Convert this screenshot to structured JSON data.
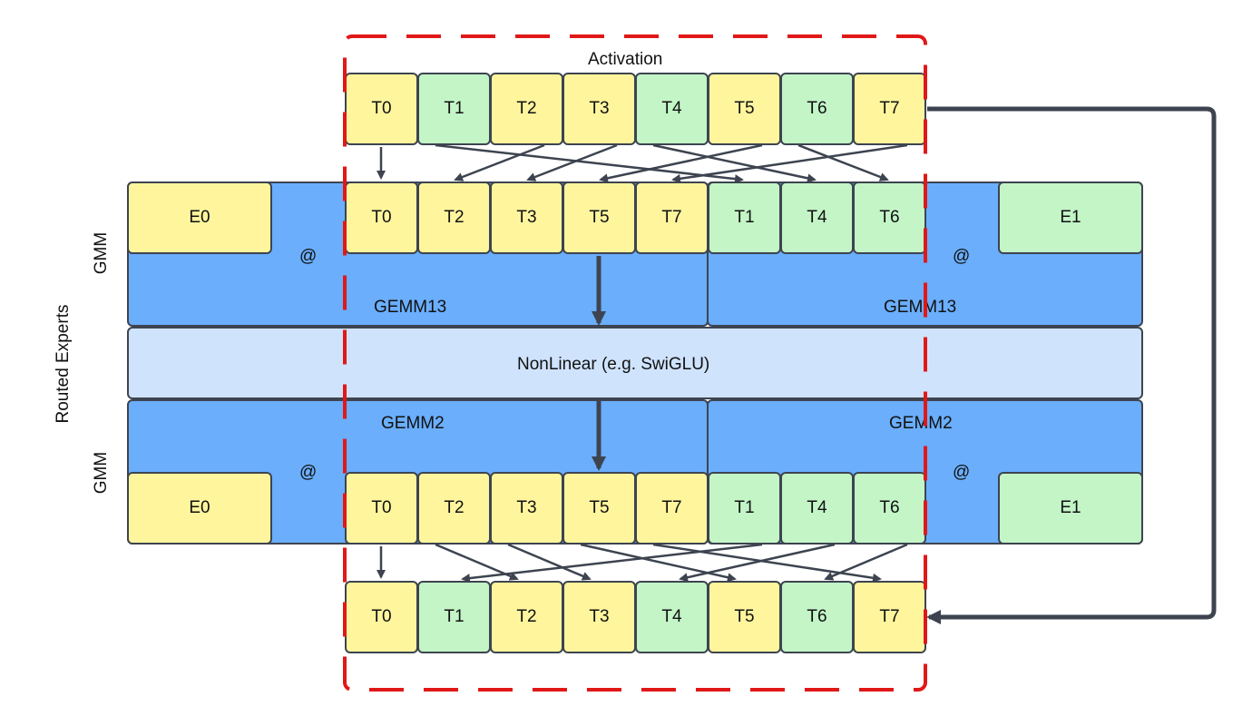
{
  "title": "Activation",
  "side_labels": {
    "outer": "Routed Experts",
    "gmm_top": "GMM",
    "gmm_bottom": "GMM"
  },
  "colors": {
    "expert0": "#fff59d",
    "expert1": "#c3f5c7",
    "gemm": "#6aaefc",
    "nonlinear": "#cfe3fd",
    "boundary": "#e01818",
    "arrow": "#3d4450"
  },
  "activation_top": [
    {
      "label": "T0",
      "expert": 0
    },
    {
      "label": "T1",
      "expert": 1
    },
    {
      "label": "T2",
      "expert": 0
    },
    {
      "label": "T3",
      "expert": 0
    },
    {
      "label": "T4",
      "expert": 1
    },
    {
      "label": "T5",
      "expert": 0
    },
    {
      "label": "T6",
      "expert": 1
    },
    {
      "label": "T7",
      "expert": 0
    }
  ],
  "sorted_tokens": [
    {
      "label": "T0",
      "expert": 0
    },
    {
      "label": "T2",
      "expert": 0
    },
    {
      "label": "T3",
      "expert": 0
    },
    {
      "label": "T5",
      "expert": 0
    },
    {
      "label": "T7",
      "expert": 0
    },
    {
      "label": "T1",
      "expert": 1
    },
    {
      "label": "T4",
      "expert": 1
    },
    {
      "label": "T6",
      "expert": 1
    }
  ],
  "activation_bottom": [
    {
      "label": "T0",
      "expert": 0
    },
    {
      "label": "T1",
      "expert": 1
    },
    {
      "label": "T2",
      "expert": 0
    },
    {
      "label": "T3",
      "expert": 0
    },
    {
      "label": "T4",
      "expert": 1
    },
    {
      "label": "T5",
      "expert": 0
    },
    {
      "label": "T6",
      "expert": 1
    },
    {
      "label": "T7",
      "expert": 0
    }
  ],
  "gmm_top": {
    "expert_left": "E0",
    "expert_right": "E1",
    "op": "@",
    "block_left": "GEMM13",
    "block_right": "GEMM13"
  },
  "nonlinear": "NonLinear (e.g. SwiGLU)",
  "gmm_bottom": {
    "expert_left": "E0",
    "expert_right": "E1",
    "op": "@",
    "block_left": "GEMM2",
    "block_right": "GEMM2"
  }
}
